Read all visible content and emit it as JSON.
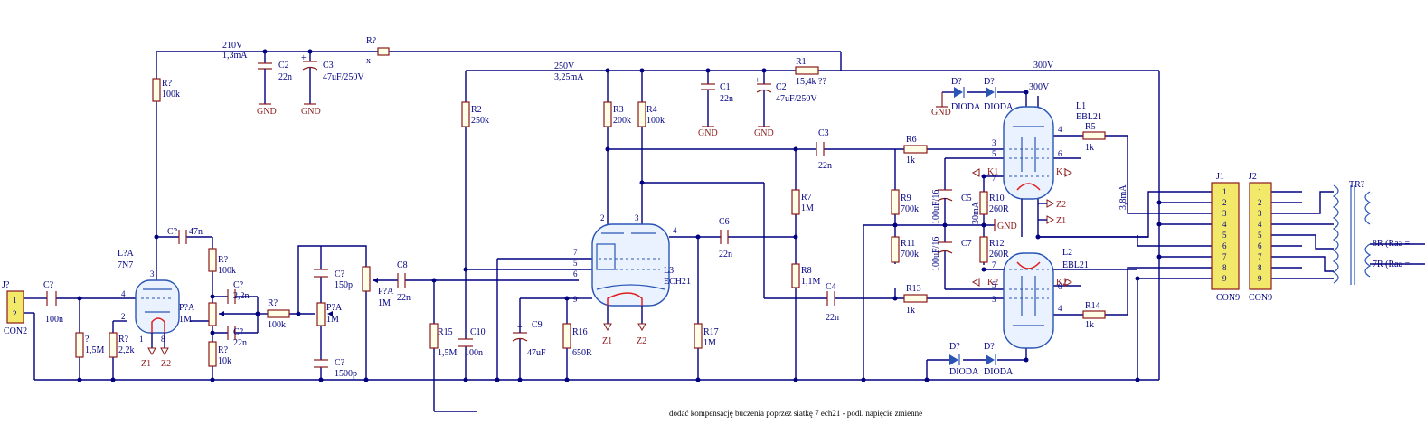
{
  "labels": {
    "v210": "210V",
    "i210": "1,3mA",
    "v250": "250V",
    "i250": "3,25mA",
    "v300": "300V",
    "v300b": "300V",
    "i38": "3,8mA",
    "i30": "30mA",
    "note": "dodać kompensację buczenia poprzez siatkę 7 ech21 - podl. napięcie zmienne"
  },
  "parts": {
    "Rq_top": [
      "R?",
      "x"
    ],
    "C2a": [
      "C2",
      "22n"
    ],
    "C3": [
      "C3",
      "47uF/250V"
    ],
    "R_100k_left": [
      "R?",
      "100k"
    ],
    "R1": [
      "R1",
      "15,4k ??"
    ],
    "C1": [
      "C1",
      "22n"
    ],
    "C2b": [
      "C2",
      "47uF/250V"
    ],
    "R2": [
      "R2",
      "250k"
    ],
    "R3": [
      "R3",
      "200k"
    ],
    "R4": [
      "R4",
      "100k"
    ],
    "C3b": [
      "C3",
      "22n"
    ],
    "R6": [
      "R6",
      "1k"
    ],
    "R7": [
      "R7",
      "1M"
    ],
    "R8": [
      "R8",
      "1,1M"
    ],
    "C4": [
      "C4",
      "22n"
    ],
    "R9": [
      "R9",
      "700k"
    ],
    "R11": [
      "R11",
      "700k"
    ],
    "R13": [
      "R13",
      "1k"
    ],
    "R5": [
      "R5",
      "1k"
    ],
    "R14": [
      "R14",
      "1k"
    ],
    "C5": [
      "C5",
      "100uF/16"
    ],
    "C7": [
      "C7",
      "100uF/16"
    ],
    "R10": [
      "R10",
      "260R"
    ],
    "R12": [
      "R12",
      "260R"
    ],
    "C6": [
      "C6",
      "22n"
    ],
    "C8": [
      "C8",
      "22n"
    ],
    "C9": [
      "C9",
      "47uF"
    ],
    "R16": [
      "R16",
      "650R"
    ],
    "R17": [
      "R17",
      "1M"
    ],
    "R15": [
      "R15",
      "1,5M"
    ],
    "C10": [
      "C10",
      "100n"
    ],
    "Cin": [
      "C?",
      "100n"
    ],
    "Rin": [
      "?",
      "1,5M"
    ],
    "Rk": [
      "R?",
      "2,2k"
    ],
    "Ctop": [
      "C?",
      "47n"
    ],
    "Rt1": [
      "R?",
      "100k"
    ],
    "Ct1": [
      "C?",
      "2,2n"
    ],
    "Ct2": [
      "C?",
      "22n"
    ],
    "Rt2": [
      "R?",
      "10k"
    ],
    "Rt3": [
      "R?",
      "100k"
    ],
    "Ct3": [
      "C?",
      "150p"
    ],
    "Ct4": [
      "C?",
      "1500p"
    ],
    "P1": [
      "P?A",
      "1M"
    ],
    "P2": [
      "P?A",
      "1M"
    ],
    "P3": [
      "P?A",
      "1M"
    ]
  },
  "tubes": {
    "L7A": [
      "L?A",
      "7N7"
    ],
    "L3": [
      "L3",
      "ECH21"
    ],
    "L1": [
      "L1",
      "EBL21"
    ],
    "L2": [
      "L2",
      "EBL21"
    ]
  },
  "connectors": {
    "J_in": [
      "J?",
      "CON2",
      [
        "1",
        "2"
      ]
    ],
    "J1": [
      "J1",
      "CON9",
      [
        "1",
        "2",
        "3",
        "4",
        "5",
        "6",
        "7",
        "8",
        "9"
      ]
    ],
    "J2": [
      "J2",
      "CON9",
      [
        "1",
        "2",
        "3",
        "4",
        "5",
        "6",
        "7",
        "8",
        "9"
      ]
    ]
  },
  "diodes": [
    "D?",
    "D?",
    "D?",
    "D?"
  ],
  "diode_value": "DIODA",
  "gnd": "GND",
  "nets": {
    "K1": "K1",
    "K2": "K2",
    "Z1": "Z1",
    "Z2": "Z2"
  },
  "trafo": {
    "name": "TR?",
    "out8": "8R (Raa =",
    "out7": "7R (Raa ="
  },
  "pins": {
    "p1": "1",
    "p2": "2",
    "p3": "3",
    "p4": "4",
    "p5": "5",
    "p6": "6",
    "p7": "7",
    "p8": "8",
    "p9": "9"
  }
}
